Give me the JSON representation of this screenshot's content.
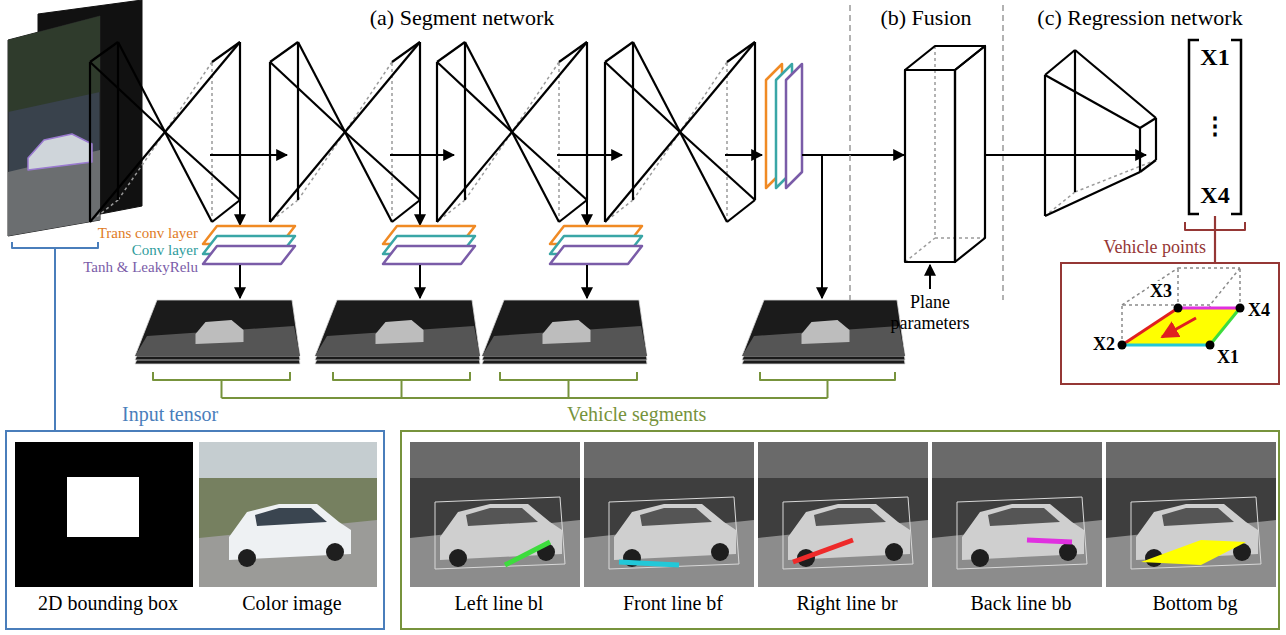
{
  "diagram": {
    "nodes": [
      {
        "text": [
          "X1",
          "⋮",
          "X4"
        ]
      },
      {
        "text": [
          "Vehicle points"
        ]
      },
      {
        "text": [
          "Input tensor"
        ]
      },
      {
        "text": [
          "2D bounding box"
        ],
        "in": 2
      },
      {
        "text": [
          "Color image"
        ],
        "in": 2
      },
      {
        "text": [
          "Vehicle segments"
        ]
      },
      {
        "text": [
          "Left line bl"
        ],
        "in": 5
      },
      {
        "text": [
          "Front line bf"
        ],
        "in": 5
      },
      {
        "text": [
          "Right line br"
        ],
        "in": 5
      },
      {
        "text": [
          "Back line bb"
        ],
        "in": 5
      },
      {
        "text": [
          "Bottom bg"
        ],
        "in": 5
      }
    ],
    "edges": [
      {
        "from": 0,
        "to": 1,
        "arrow": "none"
      }
    ],
    "labels": [
      "(a) Segment network",
      "(b) Fusion",
      "(c) Regression network",
      "Trans conv layer",
      "Conv layer",
      "Tanh & LeakyRelu",
      "Plane parameters",
      "X3",
      "X2",
      "X4",
      "X1"
    ]
  }
}
